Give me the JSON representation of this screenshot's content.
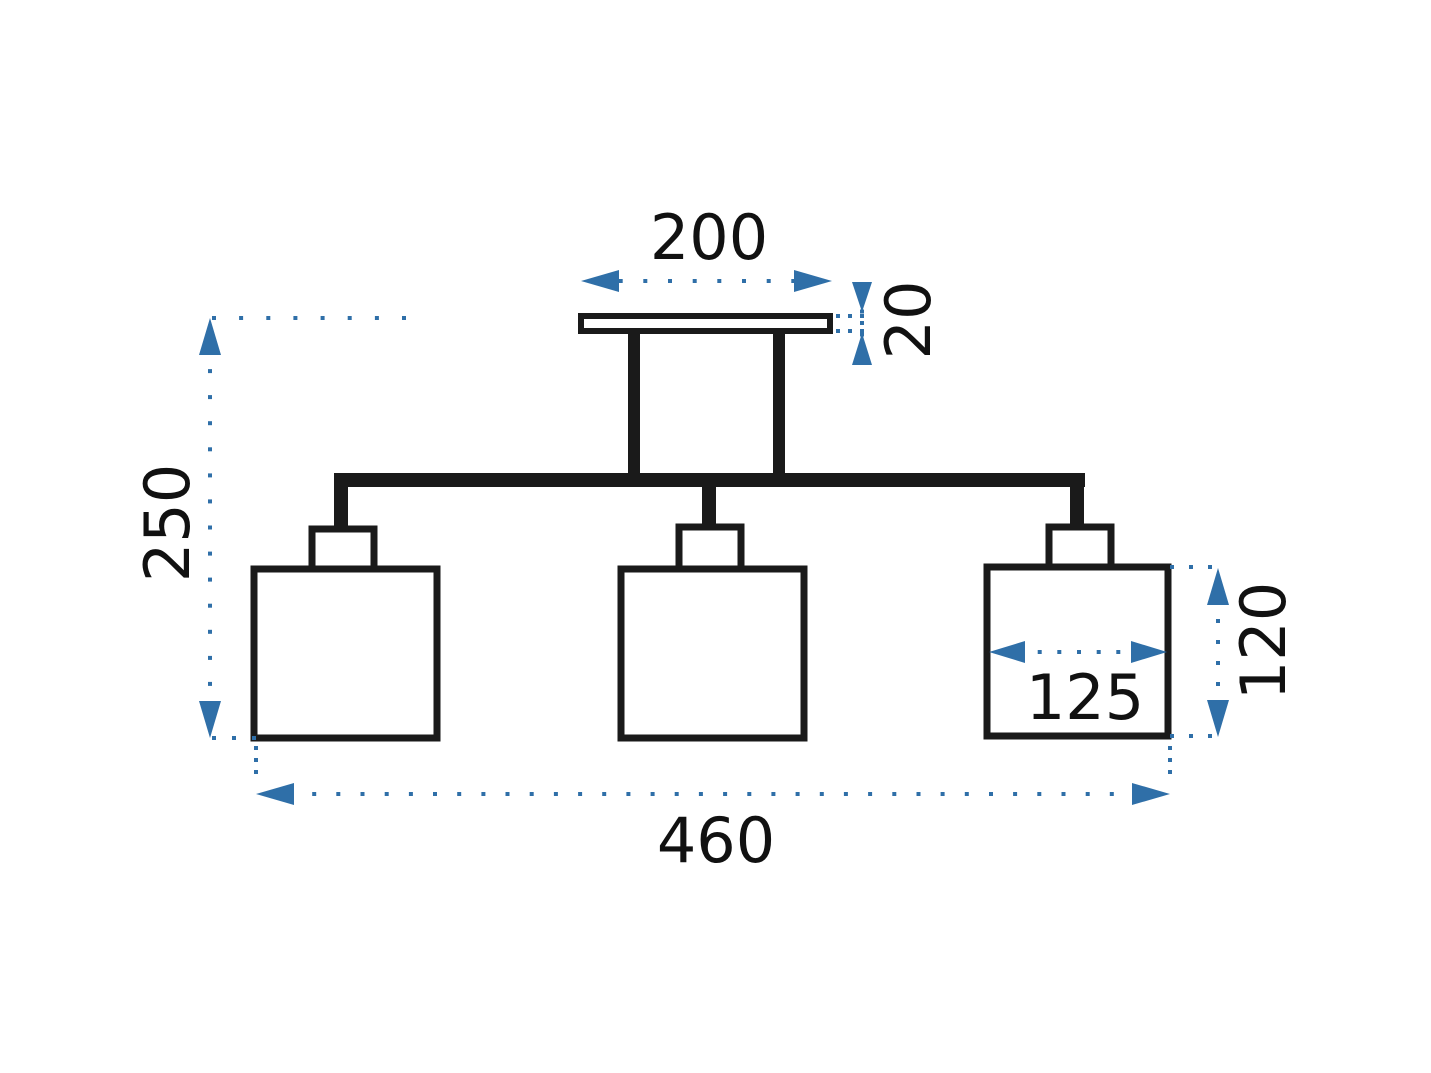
{
  "dimensions": {
    "canopy_width": "200",
    "canopy_height": "20",
    "total_height": "250",
    "total_width": "460",
    "shade_width": "125",
    "shade_height": "120"
  },
  "colors": {
    "dimension_line": "#2f6fa8",
    "drawing": "#1a1a1a",
    "text": "#111111",
    "background": "#ffffff"
  }
}
